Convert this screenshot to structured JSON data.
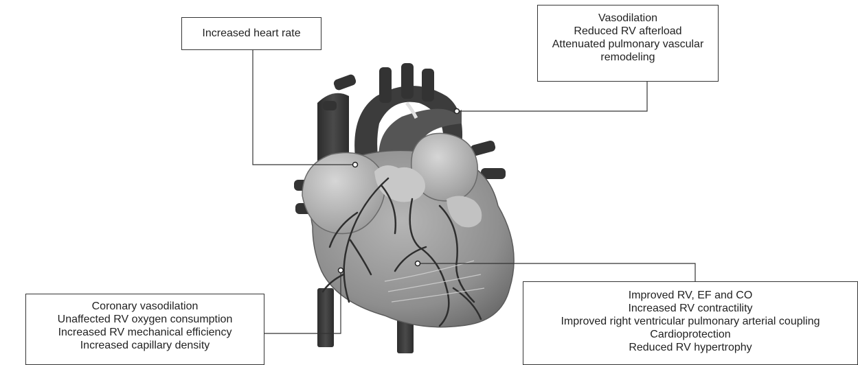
{
  "boxes": {
    "heart_rate": [
      "Increased heart rate"
    ],
    "vasodilation": [
      "Vasodilation",
      "Reduced RV afterload",
      "Attenuated pulmonary vascular",
      "remodeling"
    ],
    "coronary": [
      "Coronary vasodilation",
      "Unaffected RV oxygen consumption",
      "Increased RV mechanical efficiency",
      "Increased capillary density"
    ],
    "rv_function": [
      "Improved RV, EF and CO",
      "Increased RV contractility",
      "Improved right ventricular pulmonary arterial coupling",
      "Cardioprotection",
      "Reduced RV hypertrophy"
    ]
  },
  "colors": {
    "border": "#333333",
    "heart_dark": "#3a3a3a",
    "heart_mid": "#8c8c8c",
    "heart_light": "#c9c9c9"
  },
  "icons": [
    "heart-illustration"
  ]
}
